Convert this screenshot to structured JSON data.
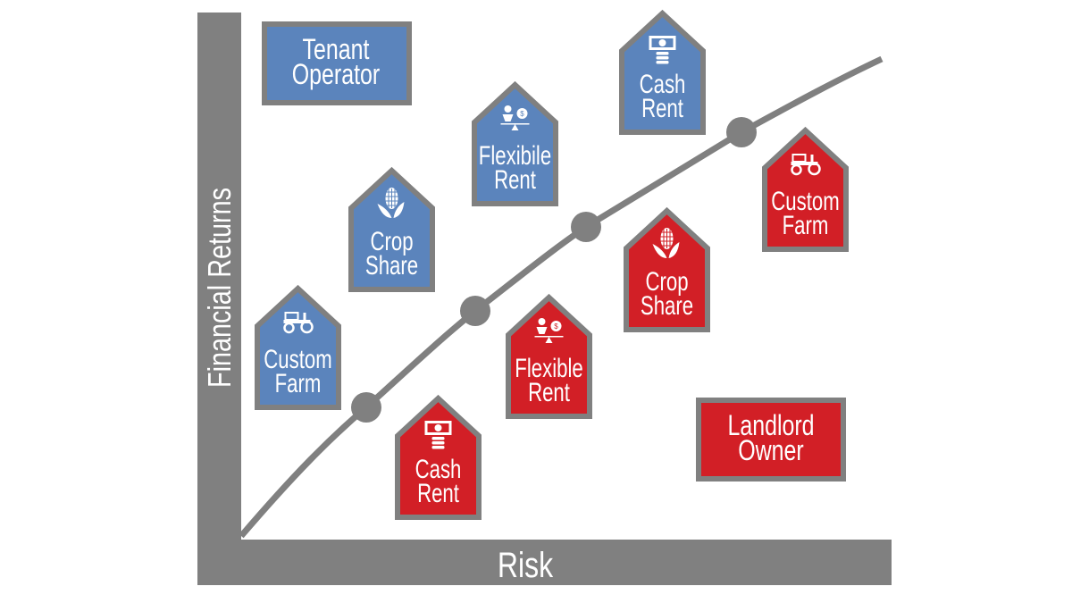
{
  "axes": {
    "y_label": "Financial Returns",
    "x_label": "Risk"
  },
  "colors": {
    "tenant": "#5b84bc",
    "landlord": "#d21f26",
    "axis": "#808080",
    "border": "#808080"
  },
  "tenant": {
    "title": [
      "Tenant",
      "Operator"
    ],
    "items": [
      {
        "lines": [
          "Custom",
          "Farm"
        ],
        "icon": "tractor-icon"
      },
      {
        "lines": [
          "Crop",
          "Share"
        ],
        "icon": "corn-icon"
      },
      {
        "lines": [
          "Flexibile",
          "Rent"
        ],
        "icon": "scale-dollar-icon"
      },
      {
        "lines": [
          "Cash",
          "Rent"
        ],
        "icon": "cash-coins-icon"
      }
    ]
  },
  "landlord": {
    "title": [
      "Landlord",
      "Owner"
    ],
    "items": [
      {
        "lines": [
          "Cash",
          "Rent"
        ],
        "icon": "cash-coins-icon"
      },
      {
        "lines": [
          "Flexible",
          "Rent"
        ],
        "icon": "scale-dollar-icon"
      },
      {
        "lines": [
          "Crop",
          "Share"
        ],
        "icon": "corn-icon"
      },
      {
        "lines": [
          "Custom",
          "Farm"
        ],
        "icon": "tractor-icon"
      }
    ]
  }
}
